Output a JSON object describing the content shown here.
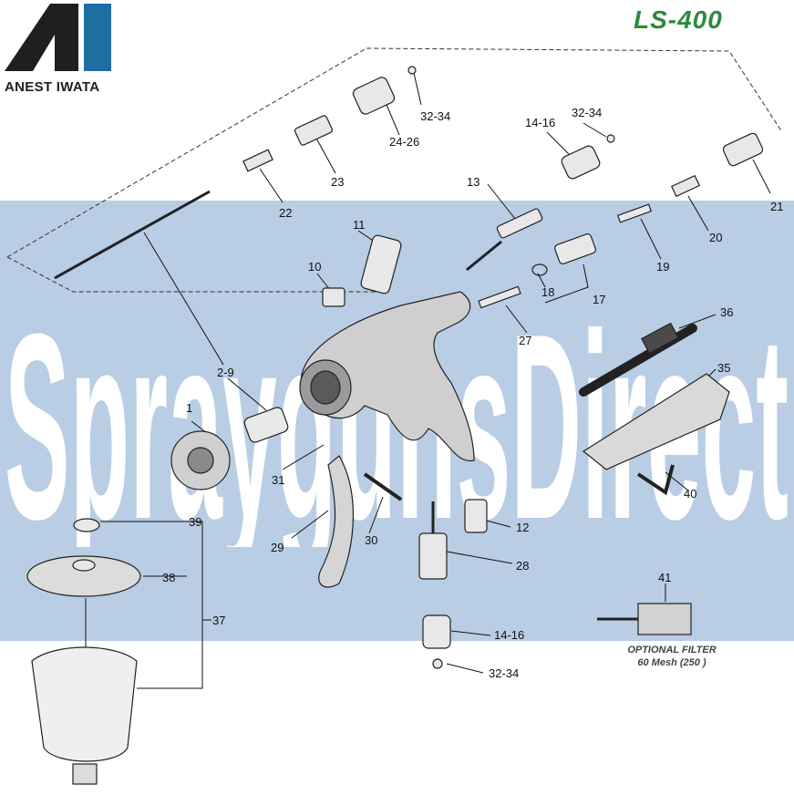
{
  "brand": {
    "name": "ANEST IWATA"
  },
  "model": {
    "title": "LS-400"
  },
  "watermark": {
    "text": "SpraygunsDirect"
  },
  "parts": [
    {
      "key": "p32_34_top",
      "label": "32-34"
    },
    {
      "key": "p24_26",
      "label": "24-26"
    },
    {
      "key": "p23",
      "label": "23"
    },
    {
      "key": "p22",
      "label": "22"
    },
    {
      "key": "p14_16_top",
      "label": "14-16"
    },
    {
      "key": "p32_34_mid",
      "label": "32-34"
    },
    {
      "key": "p13",
      "label": "13"
    },
    {
      "key": "p21",
      "label": "21"
    },
    {
      "key": "p20",
      "label": "20"
    },
    {
      "key": "p19",
      "label": "19"
    },
    {
      "key": "p11",
      "label": "11"
    },
    {
      "key": "p10",
      "label": "10"
    },
    {
      "key": "p18",
      "label": "18"
    },
    {
      "key": "p17",
      "label": "17"
    },
    {
      "key": "p27",
      "label": "27"
    },
    {
      "key": "p36",
      "label": "36"
    },
    {
      "key": "p35",
      "label": "35"
    },
    {
      "key": "p2_9",
      "label": "2-9"
    },
    {
      "key": "p1",
      "label": "1"
    },
    {
      "key": "p31",
      "label": "31"
    },
    {
      "key": "p29",
      "label": "29"
    },
    {
      "key": "p30",
      "label": "30"
    },
    {
      "key": "p12",
      "label": "12"
    },
    {
      "key": "p28",
      "label": "28"
    },
    {
      "key": "p40",
      "label": "40"
    },
    {
      "key": "p39",
      "label": "39"
    },
    {
      "key": "p38",
      "label": "38"
    },
    {
      "key": "p37",
      "label": "37"
    },
    {
      "key": "p41",
      "label": "41"
    },
    {
      "key": "p14_16_bot",
      "label": "14-16"
    },
    {
      "key": "p32_34_bot",
      "label": "32-34"
    }
  ],
  "optional_filter": {
    "title": "OPTIONAL FILTER",
    "mesh": "60 Mesh (250 )"
  }
}
